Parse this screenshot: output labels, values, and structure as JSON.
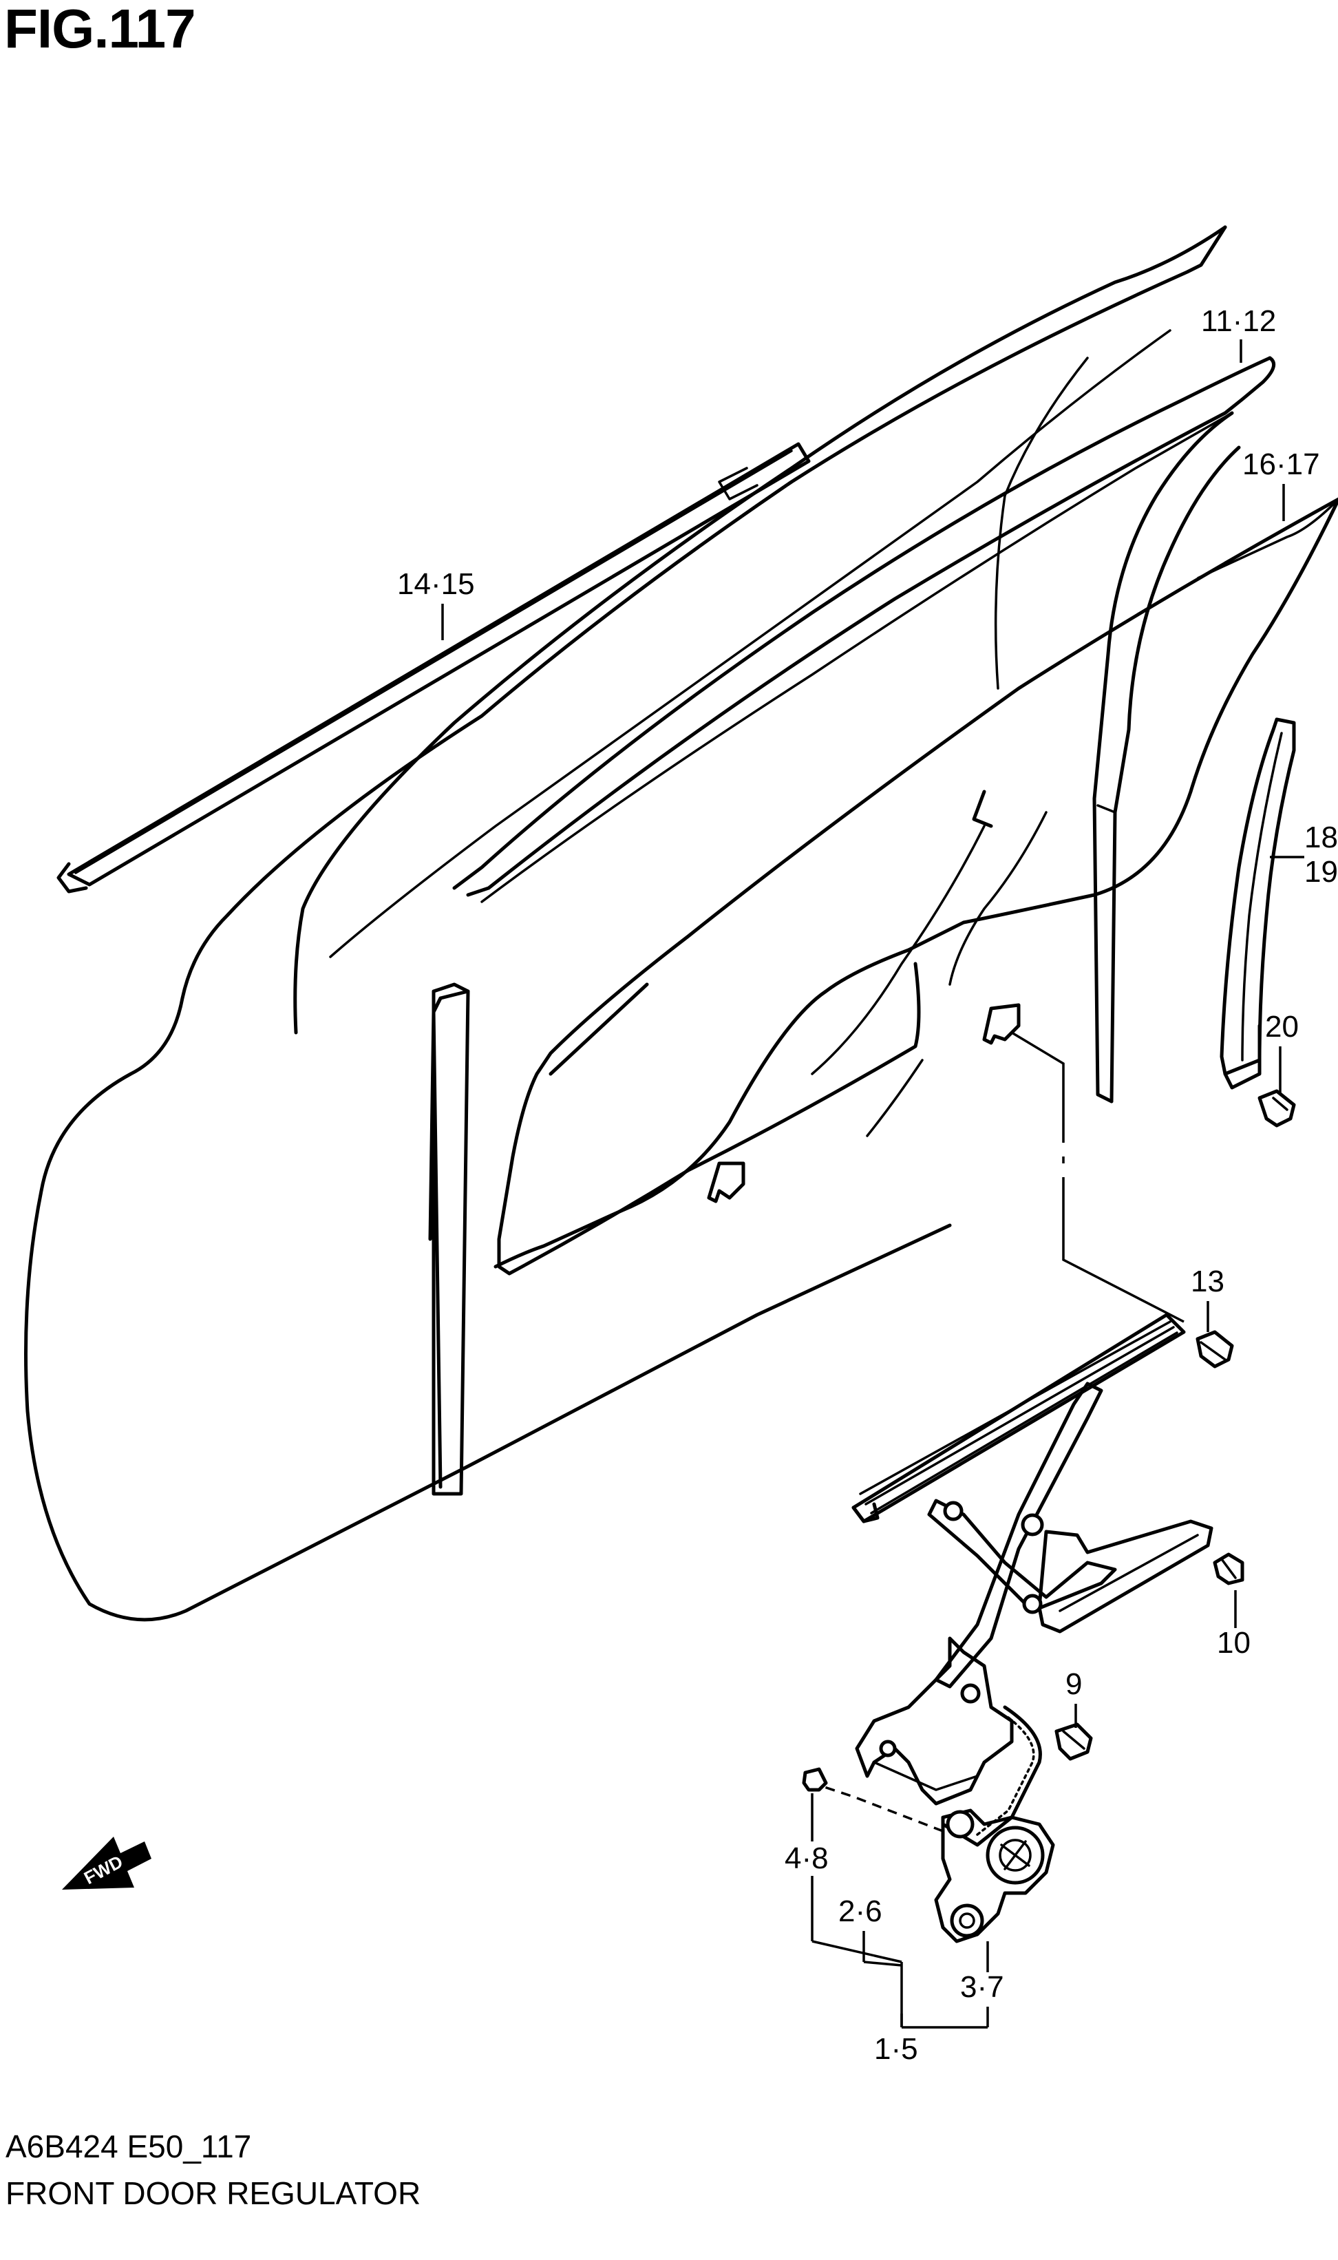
{
  "figure": {
    "title": "FIG.117",
    "code": "A6B424 E50_117",
    "name": "FRONT DOOR REGULATOR"
  },
  "direction": {
    "label": "FWD"
  },
  "callouts": [
    {
      "id": "c-11-12",
      "text": "11·12"
    },
    {
      "id": "c-16-17",
      "text": "16·17"
    },
    {
      "id": "c-14-15",
      "text": "14·15"
    },
    {
      "id": "c-18",
      "text": "18"
    },
    {
      "id": "c-19",
      "text": "19"
    },
    {
      "id": "c-20",
      "text": "20"
    },
    {
      "id": "c-13",
      "text": "13"
    },
    {
      "id": "c-10",
      "text": "10"
    },
    {
      "id": "c-9",
      "text": "9"
    },
    {
      "id": "c-4-8",
      "text": "4·8"
    },
    {
      "id": "c-2-6",
      "text": "2·6"
    },
    {
      "id": "c-3-7",
      "text": "3·7"
    },
    {
      "id": "c-1-5",
      "text": "1·5"
    }
  ],
  "colors": {
    "line": "#000000",
    "background": "#ffffff"
  }
}
